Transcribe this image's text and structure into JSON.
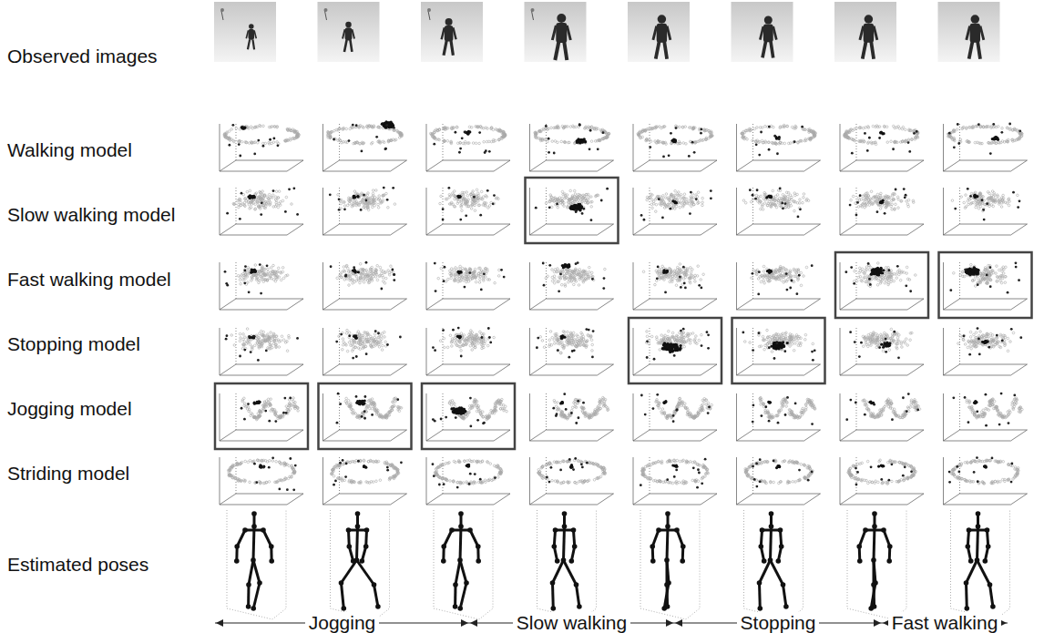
{
  "diagram": {
    "labels": [
      "Observed images",
      "Walking model",
      "Slow walking model",
      "Fast walking model",
      "Stopping model",
      "Jogging model",
      "Striding model",
      "Estimated poses",
      "Jogging",
      "Slow walking",
      "Stopping",
      "Fast walking"
    ]
  }
}
